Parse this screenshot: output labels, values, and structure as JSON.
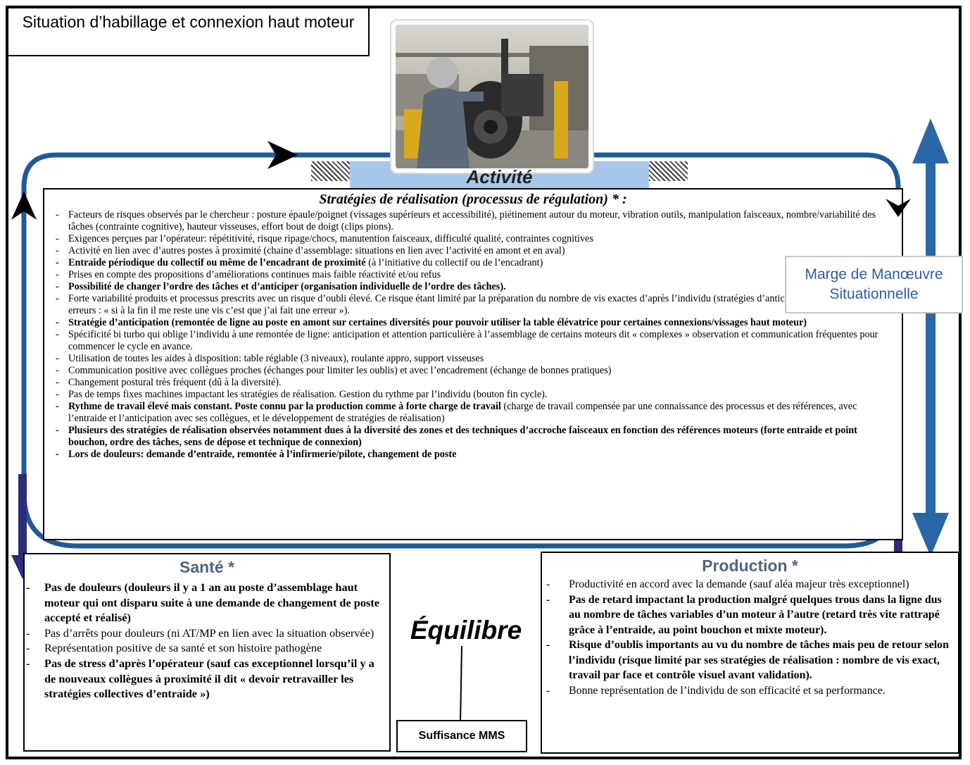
{
  "situation_title": "Situation d’habillage et connexion haut moteur",
  "activite": {
    "label": "Activité",
    "strategies_title": "Stratégies de réalisation (processus de régulation) * :",
    "items": [
      {
        "text": "Facteurs de risques observés par le chercheur : posture épaule/poignet (vissages supérieurs et accessibilité), piétinement autour du moteur, vibration outils, manipulation faisceaux, nombre/variabilité des tâches (contrainte cognitive), hauteur visseuses, effort bout de doigt (clips pions).",
        "bold": false
      },
      {
        "text": "Exigences perçues par l’opérateur: répétitivité, risque ripage/chocs, manutention faisceaux, difficulté qualité, contraintes cognitives",
        "bold": false
      },
      {
        "text": "Activité en lien avec d’autres postes à proximité (chaine d’assemblage: situations en lien avec l’activité en amont et en aval)",
        "bold": false
      },
      {
        "text": "Entraide périodique du collectif ou même de l’encadrant de proximité",
        "bold": true,
        "rest": " (à l’initiative du collectif ou de l’encadrant)"
      },
      {
        "text": "Prises en compte des propositions d’améliorations continues mais faible réactivité et/ou refus",
        "bold": false
      },
      {
        "text": "Possibilité de changer l’ordre des tâches et d’anticiper (organisation individuelle de l’ordre des tâches).",
        "bold": true
      },
      {
        "text": "Forte variabilité produits et processus prescrits avec un risque d’oubli élevé. Ce risque étant limité par la préparation du nombre de vis exactes d’après l’individu (stratégies d’anticipation et de limitation des erreurs : « si à la fin il me reste une vis c’est que j’ai fait une erreur »).",
        "bold": false
      },
      {
        "text": "Stratégie d’anticipation (remontée de ligne au poste en amont sur certaines diversités pour pouvoir utiliser la table élévatrice pour certaines connexions/vissages haut moteur)",
        "bold": true
      },
      {
        "text": "Spécificité bi turbo qui oblige l’individu à une remontée de ligne: anticipation et attention particulière à l’assemblage de certains moteurs dit « complexes » observation et communication fréquentes pour commencer le cycle en avance.",
        "bold": false
      },
      {
        "text": "Utilisation de toutes les aides à disposition: table réglable (3 niveaux), roulante appro, support visseuses",
        "bold": false
      },
      {
        "text": "Communication positive avec collègues proches (échanges pour limiter les oublis) et avec l’encadrement (échange de bonnes pratiques)",
        "bold": false
      },
      {
        "text": "Changement postural très fréquent (dû à la diversité).",
        "bold": false
      },
      {
        "text": "Pas de temps fixes machines impactant les stratégies de réalisation. Gestion du rythme par l’individu (bouton fin cycle).",
        "bold": false
      },
      {
        "text": "Rythme de travail élevé mais constant. Poste connu par la production comme à forte charge de travail",
        "bold": true,
        "rest": " (charge de travail compensée par une connaissance des processus et des références, avec l’entraide et l’anticipation avec ses collègues, et le développement de stratégies de réalisation)"
      },
      {
        "text": "Plusieurs des stratégies de réalisation observées notamment dues à la diversité des zones et des techniques d’accroche faisceaux en fonction des références moteurs (forte entraide et point bouchon, ordre des tâches, sens de dépose et technique de connexion)",
        "bold": true
      },
      {
        "text": "Lors de douleurs: demande d’entraide, remontée à l’infirmerie/pilote, changement de poste",
        "bold": true
      }
    ]
  },
  "marge": {
    "line1": "Marge de Manœuvre",
    "line2": "Situationnelle"
  },
  "sante": {
    "title": "Santé *",
    "items": [
      {
        "text": "Pas de douleurs (douleurs il y a 1 an au poste d’assemblage haut moteur qui ont disparu suite à une demande de changement de poste accepté et réalisé)",
        "bold": true
      },
      {
        "text": "Pas d’arrêts pour douleurs (ni AT/MP en lien avec la situation observée)",
        "bold": false
      },
      {
        "text": "Représentation positive de sa santé et son histoire pathogène",
        "bold": false
      },
      {
        "text": "Pas de stress d’après l’opérateur (sauf cas exceptionnel lorsqu’il y a de nouveaux collègues à proximité il dit « devoir retravailler les stratégies collectives d’entraide »)",
        "bold": true
      }
    ]
  },
  "production": {
    "title": "Production *",
    "items": [
      {
        "text": "Productivité en accord avec la demande (sauf aléa majeur très exceptionnel)",
        "bold": false
      },
      {
        "text": "Pas de retard impactant la production malgré quelques trous dans la ligne dus au nombre de tâches variables d’un moteur à l’autre (retard très vite rattrapé grâce à l’entraide, au point bouchon et mixte moteur).",
        "bold": true
      },
      {
        "text": "Risque d’oublis importants au vu du nombre de tâches mais peu de retour selon l’individu (risque limité par ses stratégies de réalisation : nombre de vis exact, travail par face et contrôle visuel avant validation).",
        "bold": true
      },
      {
        "text": "Bonne représentation de l’individu de son efficacité et sa performance.",
        "bold": false
      }
    ]
  },
  "equilibre": "Équilibre",
  "suffisance": "Suffisance MMS",
  "colors": {
    "loop_blue": "#1f5a96",
    "dark_arrow": "#2d2d7a",
    "double_arrow": "#2a67a6",
    "activite_bar": "#a9c6eb",
    "title_grey": "#53657d",
    "marge_text": "#2e5ea6"
  }
}
